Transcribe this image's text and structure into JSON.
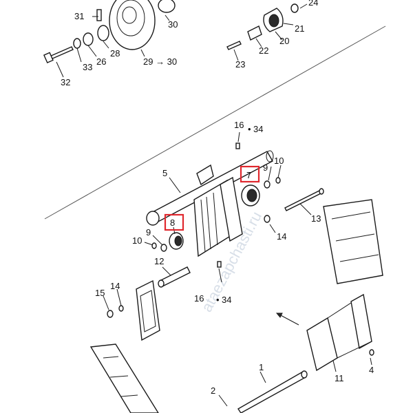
{
  "watermark": "ataezapchasti.ru",
  "colors": {
    "highlight": "#e0282e",
    "line": "#1a1a1a"
  },
  "callouts": {
    "c31": "31",
    "c30": "30",
    "c28": "28",
    "c26": "26",
    "c33": "33",
    "c32": "32",
    "c2930": "29 → 30",
    "c24": "24",
    "c21": "21",
    "c20": "20",
    "c22": "22",
    "c23": "23",
    "c16a": "16",
    "c34a": "34",
    "c5": "5",
    "c7": "7",
    "c10a": "10",
    "c9a": "9",
    "c8": "8",
    "c9b": "9",
    "c10b": "10",
    "c13": "13",
    "c14a": "14",
    "c12": "12",
    "c15": "15",
    "c14b": "14",
    "c16b": "16",
    "c34b": "34",
    "c1": "1",
    "c2": "2",
    "c11": "11",
    "c4": "4"
  }
}
